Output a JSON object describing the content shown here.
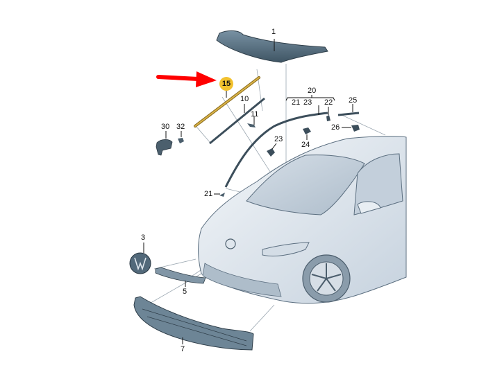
{
  "diagram": {
    "title": "",
    "highlight": {
      "part_number": "15",
      "badge_color": "#f2c12e",
      "arrow_color": "#ff0000",
      "part_color": "#c9a23a"
    },
    "colors": {
      "part_fill": "#5d7586",
      "part_dark": "#3c4e5b",
      "car_body": "#e6ecf2",
      "car_shade": "#b9c6d3",
      "leader_line": "#9aa6b0"
    },
    "labels": [
      {
        "id": "1",
        "text": "1"
      },
      {
        "id": "3",
        "text": "3"
      },
      {
        "id": "5",
        "text": "5"
      },
      {
        "id": "7",
        "text": "7"
      },
      {
        "id": "10",
        "text": "10"
      },
      {
        "id": "11",
        "text": "11"
      },
      {
        "id": "15",
        "text": "15"
      },
      {
        "id": "20",
        "text": "20"
      },
      {
        "id": "21a",
        "text": "21"
      },
      {
        "id": "21b",
        "text": "21"
      },
      {
        "id": "22",
        "text": "22"
      },
      {
        "id": "23a",
        "text": "23"
      },
      {
        "id": "23b",
        "text": "23"
      },
      {
        "id": "24",
        "text": "24"
      },
      {
        "id": "25",
        "text": "25"
      },
      {
        "id": "26",
        "text": "26"
      },
      {
        "id": "30",
        "text": "30"
      },
      {
        "id": "32",
        "text": "32"
      }
    ]
  }
}
